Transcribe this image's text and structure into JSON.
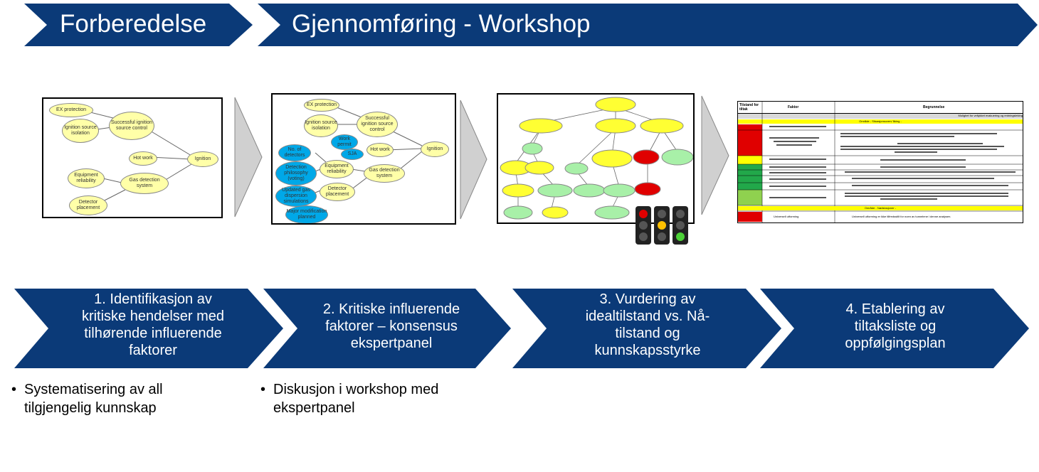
{
  "header": {
    "phase1": "Forberedelse",
    "phase2": "Gjennomføring - Workshop"
  },
  "steps": [
    {
      "lines": [
        "1. Identifikasjon av",
        "kritiske hendelser med",
        "tilhørende  influerende",
        "faktorer"
      ]
    },
    {
      "lines": [
        "2. Kritiske influerende",
        "faktorer – konsensus",
        "ekspertpanel"
      ]
    },
    {
      "lines": [
        "3. Vurdering av",
        "idealtilstand vs. Nå-",
        "tilstand og",
        "kunnskapsstyrke"
      ]
    },
    {
      "lines": [
        "4. Etablering av",
        "tiltaksliste og",
        "oppfølgingsplan"
      ]
    }
  ],
  "bullets": [
    {
      "symbol": "•",
      "lines": [
        "Systematisering av all",
        "tilgjengelig kunnskap"
      ]
    },
    {
      "symbol": "•",
      "lines": [
        "Diskusjon i workshop med",
        "ekspertpanel"
      ]
    }
  ],
  "thumb1": {
    "nodes": [
      "EX protection",
      "Ignition source isolation",
      "Successful ignition source control",
      "Hot work",
      "Ignition",
      "Equipment reliability",
      "Gas detection system",
      "Detector placement"
    ]
  },
  "thumb2": {
    "nodes": [
      "EX protection",
      "Ignition source isolation",
      "Successful ignition source control",
      "No. of detectors",
      "Work permit",
      "SJA",
      "Hot work",
      "Ignition",
      "Detection philosophy (voting)",
      "Equipment reliability",
      "Gas detection system",
      "Updated gas dispersion simulations",
      "Detector placement",
      "Major modification planned"
    ]
  },
  "thumb4": {
    "headers": [
      "Tilstand for tiltak",
      "Faktor",
      "Begrunnelse"
    ],
    "section1": "Mulighet for vellykket evakuering og redningsleking",
    "area1": "Område - Situasjonsoverv¨åking -",
    "area2": "Område - Nødstasjoner -",
    "last_factor": "Universell utforming",
    "last_reason": "Universell utforming er ikke tilfredsstilt for noen av tunnelene i denne analysen."
  },
  "colors": {
    "navy": "#0b3a78",
    "grey_arrow": "#d0d0d0",
    "node_yellow": "#ffffa8",
    "node_blue": "#00a8e8",
    "red": "#e00000",
    "green": "#22a84a",
    "lightgreen": "#8fd14f"
  }
}
